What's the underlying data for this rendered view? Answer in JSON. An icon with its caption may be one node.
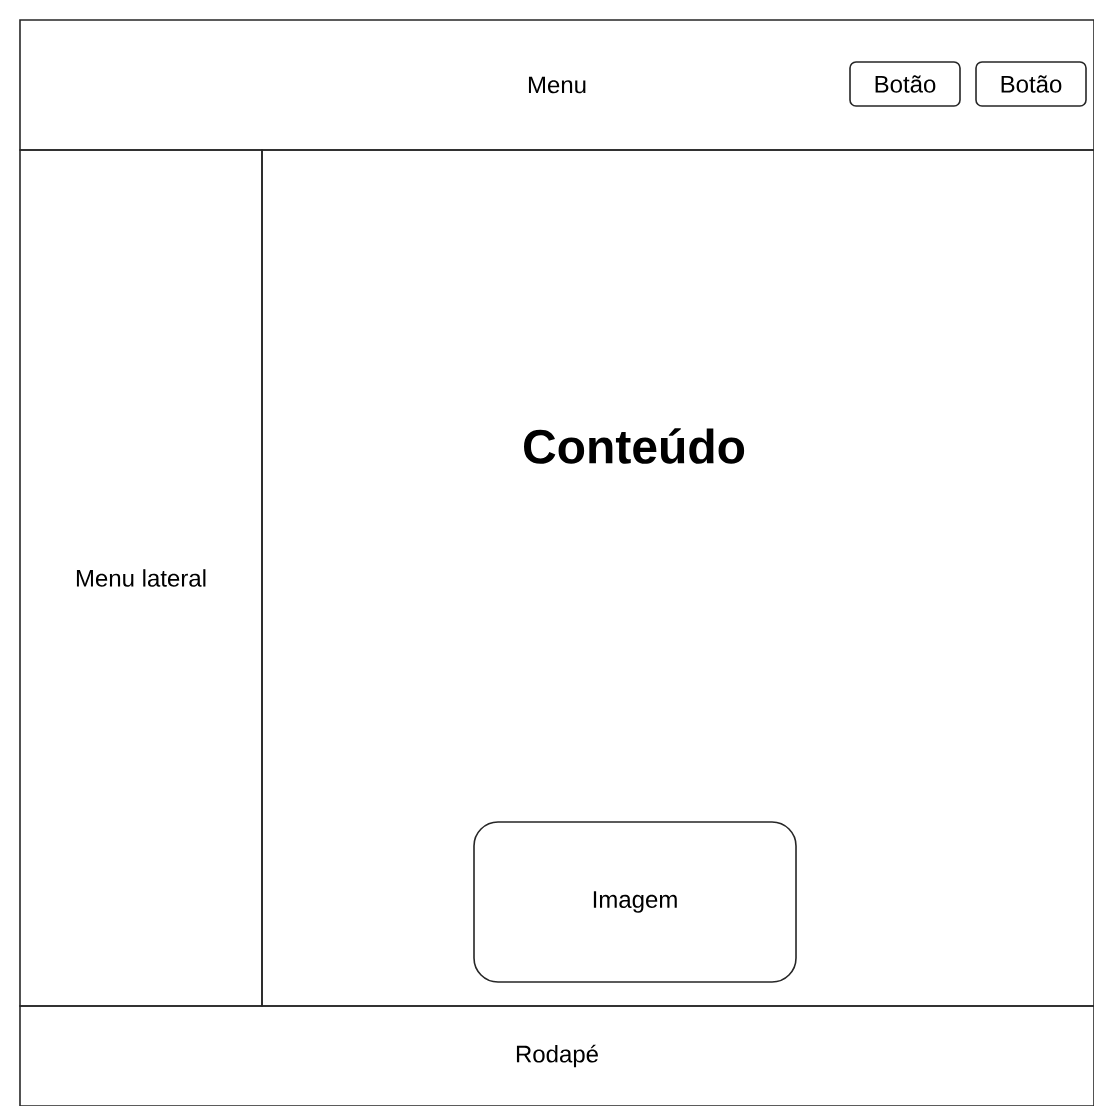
{
  "diagram": {
    "nodes": [
      {
        "text": [
          "Menu"
        ]
      },
      {
        "text": [
          "Botão"
        ],
        "in": 0
      },
      {
        "text": [
          "Botão"
        ],
        "in": 0
      },
      {
        "text": [
          "Menu lateral"
        ]
      },
      {
        "text": [
          "Conteúdo"
        ]
      },
      {
        "text": [
          "Imagem"
        ],
        "in": 4
      },
      {
        "text": [
          "Rodapé"
        ]
      }
    ]
  }
}
